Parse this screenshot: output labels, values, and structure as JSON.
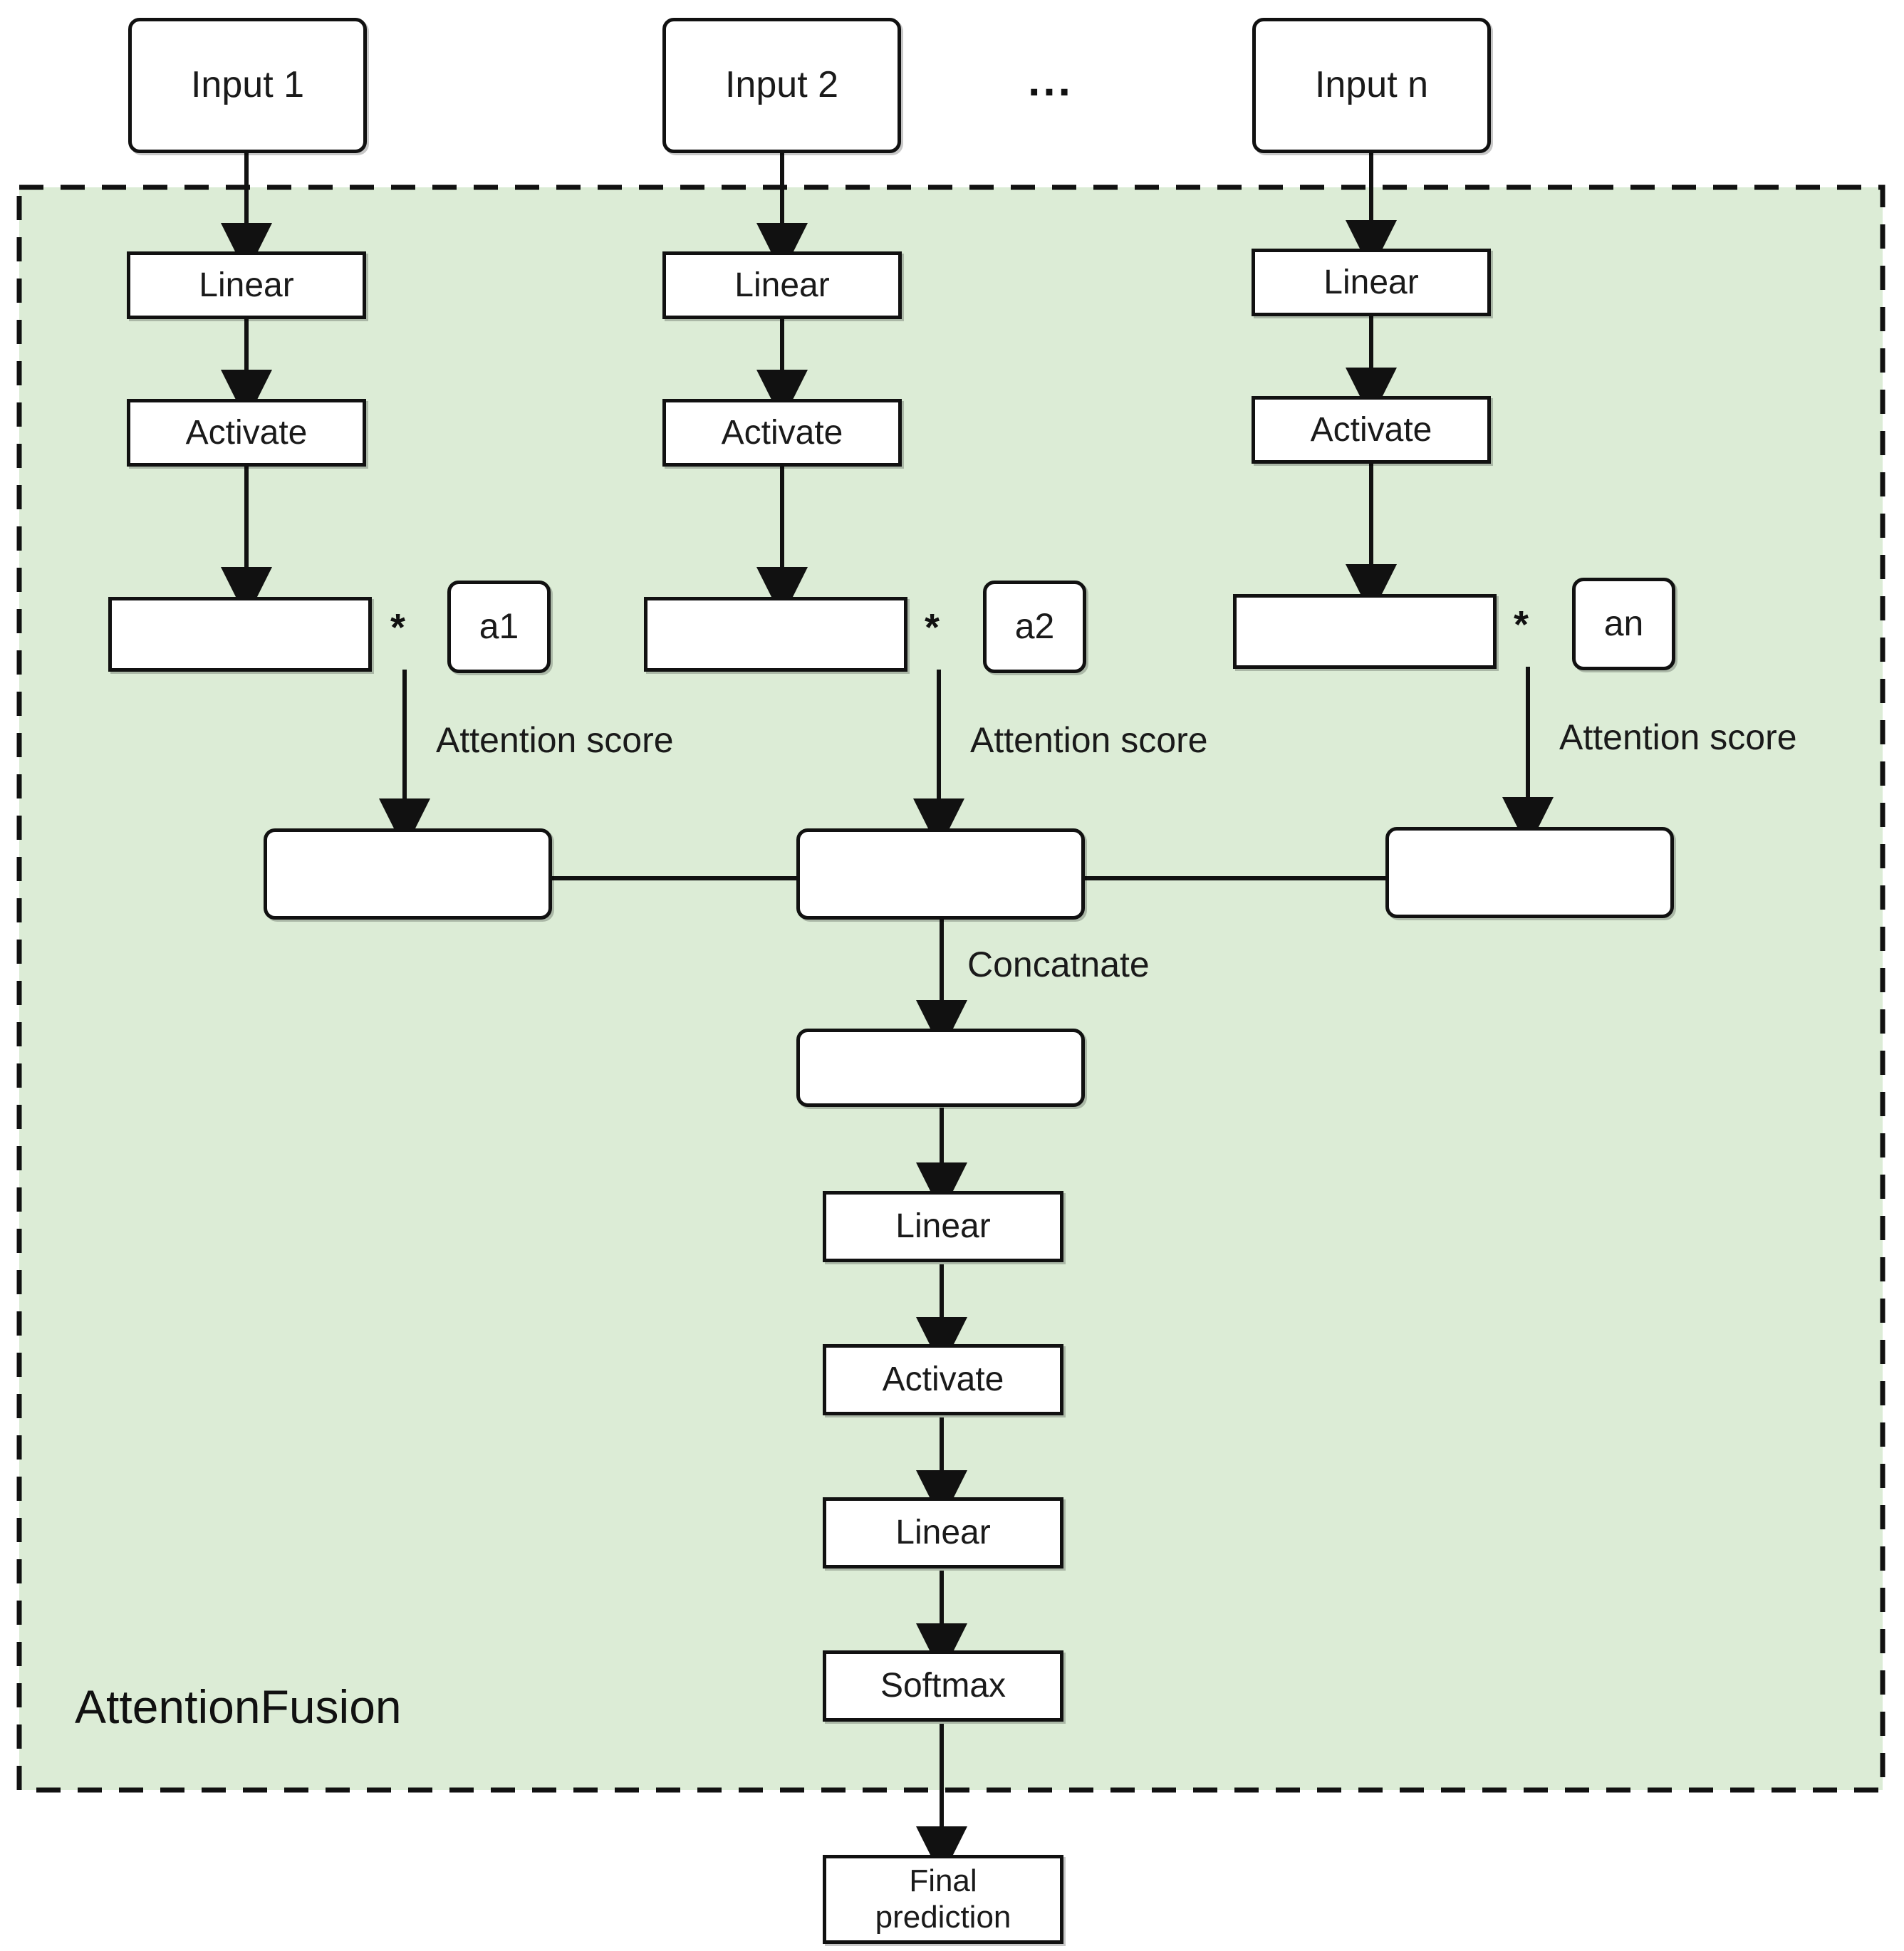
{
  "diagram": {
    "title": "AttentionFusion",
    "container_label": "AttentionFusion",
    "container_fill": "#dcecd6",
    "container_border": "#111111",
    "node_fill": "#ffffff",
    "node_border": "#111111",
    "ellipsis": "...",
    "multiply_symbol": "*"
  },
  "inputs": [
    {
      "id": "input1",
      "label": "Input 1"
    },
    {
      "id": "input2",
      "label": "Input 2"
    },
    {
      "id": "inputn",
      "label": "Input n"
    }
  ],
  "branches": [
    {
      "id": "branch1",
      "linear": "Linear",
      "activate": "Activate",
      "feature": "",
      "weight": "a1",
      "multiply": "*",
      "edge_label": "Attention score",
      "weighted": ""
    },
    {
      "id": "branch2",
      "linear": "Linear",
      "activate": "Activate",
      "feature": "",
      "weight": "a2",
      "multiply": "*",
      "edge_label": "Attention score",
      "weighted": ""
    },
    {
      "id": "branchn",
      "linear": "Linear",
      "activate": "Activate",
      "feature": "",
      "weight": "an",
      "multiply": "*",
      "edge_label": "Attention score",
      "weighted": ""
    }
  ],
  "trunk": {
    "concat_edge_label": "Concatnate",
    "concat_box": "",
    "linear1": "Linear",
    "activate": "Activate",
    "linear2": "Linear",
    "softmax": "Softmax",
    "final": "Final\nprediction",
    "final_line1": "Final",
    "final_line2": "prediction"
  }
}
